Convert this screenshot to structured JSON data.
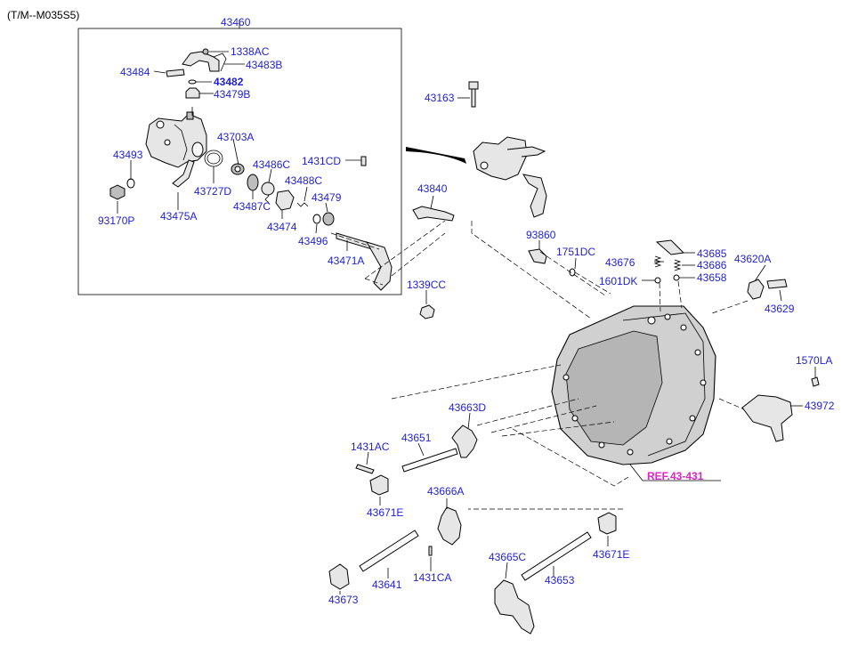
{
  "header": {
    "code": "(T/M--M035S5)"
  },
  "colors": {
    "part_label": "#1f1fd0",
    "ref_label": "#e020c0",
    "line": "#000000"
  },
  "labels": {
    "p43460": "43460",
    "p1338AC": "1338AC",
    "p43484": "43484",
    "p43483B": "43483B",
    "p43482": "43482",
    "p43479B": "43479B",
    "p43703A": "43703A",
    "p43493": "43493",
    "p43486C": "43486C",
    "p1431CD": "1431CD",
    "p43727D": "43727D",
    "p43488C": "43488C",
    "p93170P": "93170P",
    "p43475A": "43475A",
    "p43487C": "43487C",
    "p43479": "43479",
    "p43474": "43474",
    "p43496": "43496",
    "p43471A": "43471A",
    "p1339CC": "1339CC",
    "p43163": "43163",
    "p43840": "43840",
    "p93860": "93860",
    "p1751DC": "1751DC",
    "p43685": "43685",
    "p43676": "43676",
    "p43686": "43686",
    "p43620A": "43620A",
    "p1601DK": "1601DK",
    "p43658": "43658",
    "p43629": "43629",
    "p1570LA": "1570LA",
    "p43972": "43972",
    "p43663D": "43663D",
    "p1431AC": "1431AC",
    "p43651": "43651",
    "p43671E_left": "43671E",
    "p43666A": "43666A",
    "p43671E_right": "43671E",
    "p43665C": "43665C",
    "p43641": "43641",
    "p1431CA": "1431CA",
    "p43653": "43653",
    "p43673": "43673"
  },
  "reference": {
    "ref_43_431": "REF.43-431"
  }
}
